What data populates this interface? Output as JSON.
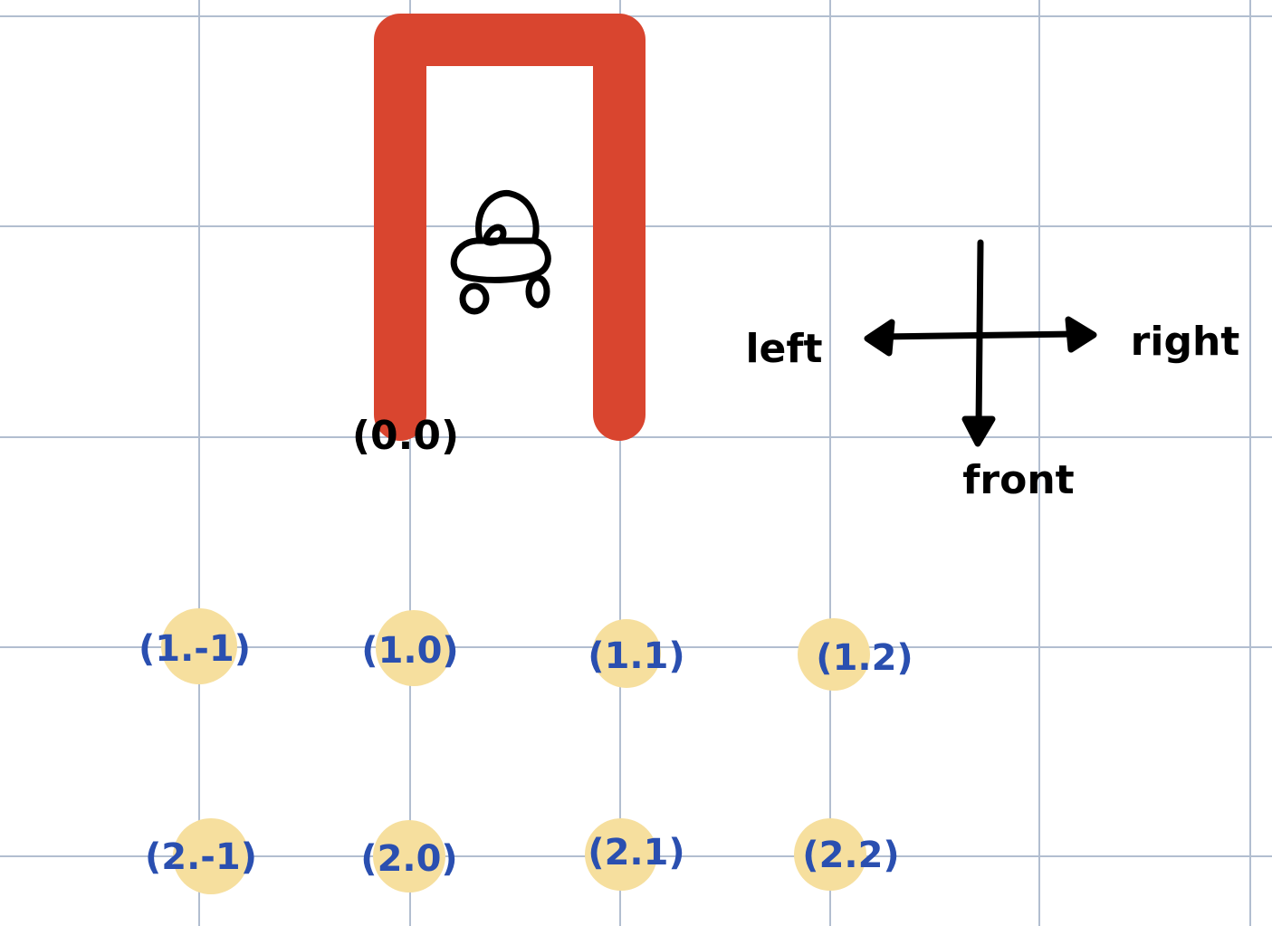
{
  "colors": {
    "grid": "#b2bed0",
    "wall": "#d9452f",
    "ink": "#000000",
    "blue_label": "#2a4fb0",
    "highlight": "#f6df9e"
  },
  "icons": {
    "robot": "robot-car-icon",
    "arrows": "direction-cross-arrows"
  },
  "labels": {
    "origin": "(0.0)",
    "left": "left",
    "right": "right",
    "front": "front"
  },
  "cells_row1": [
    "(1.-1)",
    "(1.0)",
    "(1.1)",
    "(1.2)"
  ],
  "cells_row2": [
    "(2.-1)",
    "(2.0)",
    "(2.1)",
    "(2.2)"
  ]
}
